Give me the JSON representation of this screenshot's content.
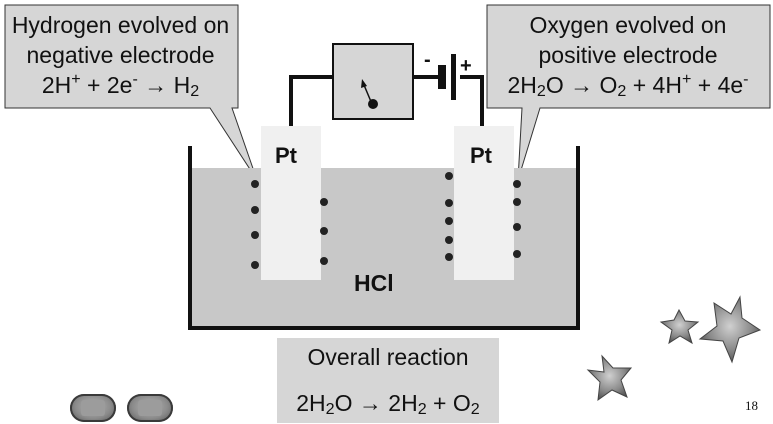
{
  "left_callout": {
    "line1": "Hydrogen evolved on",
    "line2": "negative electrode",
    "eq_pre": "2H",
    "eq_sup1": "+",
    "eq_mid": " + 2e",
    "eq_sup2": "-",
    "eq_arrow": " → H",
    "eq_sub": "2"
  },
  "right_callout": {
    "line1": "Oxygen evolved on",
    "line2": "positive electrode",
    "eq_a": "2H",
    "eq_sub1": "2",
    "eq_b": "O → O",
    "eq_sub2": "2",
    "eq_c": " + 4H",
    "eq_sup1": "+",
    "eq_d": " + 4e",
    "eq_sup2": "-"
  },
  "electrodes": {
    "left_label": "Pt",
    "right_label": "Pt"
  },
  "battery": {
    "minus": "-",
    "plus": "+"
  },
  "electrolyte": "HCl",
  "overall": {
    "title": "Overall reaction",
    "eq_a": "2H",
    "eq_sub1": "2",
    "eq_b": "O → 2H",
    "eq_sub2": "2",
    "eq_c": " + O",
    "eq_sub3": "2"
  },
  "page_number": "18",
  "colors": {
    "callout_fill": "#d6d6d6",
    "electrolyte_fill": "#c8c8c8",
    "electrode_fill": "#f0f0f0",
    "outline": "#111111"
  }
}
